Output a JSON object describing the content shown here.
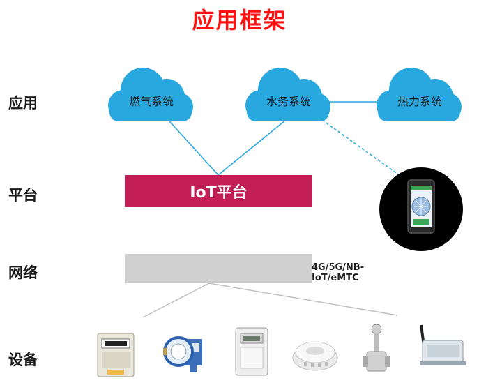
{
  "title": "应用框架",
  "layers": {
    "application": "应用",
    "platform": "平台",
    "network": "网络",
    "device": "设备"
  },
  "clouds": [
    "燃气系统",
    "水务系统",
    "热力系统"
  ],
  "platform_label": "IoT平台",
  "network_label": "4G/5G/NB-IoT/eMTC",
  "colors": {
    "title": "#ff1111",
    "cloud": "#29a7df",
    "platform_bar": "#c21d55",
    "network_bar": "#cfcfcf"
  },
  "icons": [
    "antenna-icon",
    "gas-meter-icon",
    "water-meter-icon",
    "electric-meter-icon",
    "smoke-detector-icon",
    "flow-meter-icon",
    "gateway-icon",
    "smartphone-map-icon"
  ]
}
